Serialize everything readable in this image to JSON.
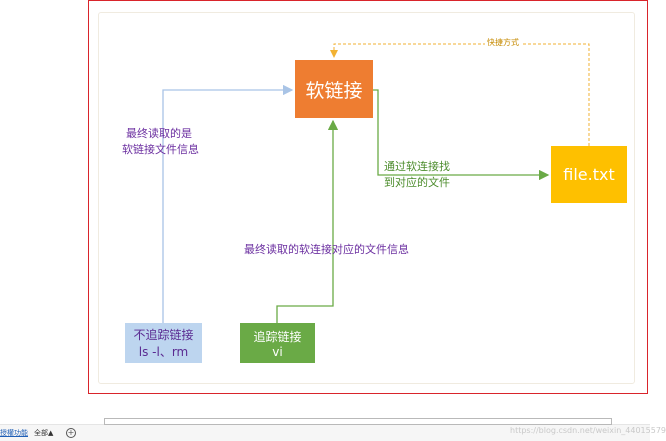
{
  "nodes": {
    "symlink": "软链接",
    "file": "file.txt",
    "no_follow": {
      "title": "不追踪链接",
      "cmds": "ls -l、rm"
    },
    "follow": {
      "title": "追踪链接",
      "cmds": "vi"
    }
  },
  "labels": {
    "shortcut": "快捷方式",
    "final_read_line1": "最终读取的是",
    "final_read_line2": "软链接文件信息",
    "find_via_line1": "通过软连接找",
    "find_via_line2": "到对应的文件",
    "final_target": "最终读取的软连接对应的文件信息"
  },
  "bottom_bar": {
    "tab_fragment": "授權功能",
    "tab_all": "全部▲",
    "add_symbol": "+",
    "watermark": "https://blog.csdn.net/weixin_44015579"
  },
  "colors": {
    "frame": "#d9242b",
    "symlink": "#ee7d31",
    "file": "#fec000",
    "no_follow": "#bdd5ef",
    "follow": "#6aaa46",
    "arrow_blue": "#a9c4e6",
    "arrow_green": "#6aaa46",
    "arrow_orange": "#f2b233",
    "text_purple": "#6b2fa0"
  }
}
